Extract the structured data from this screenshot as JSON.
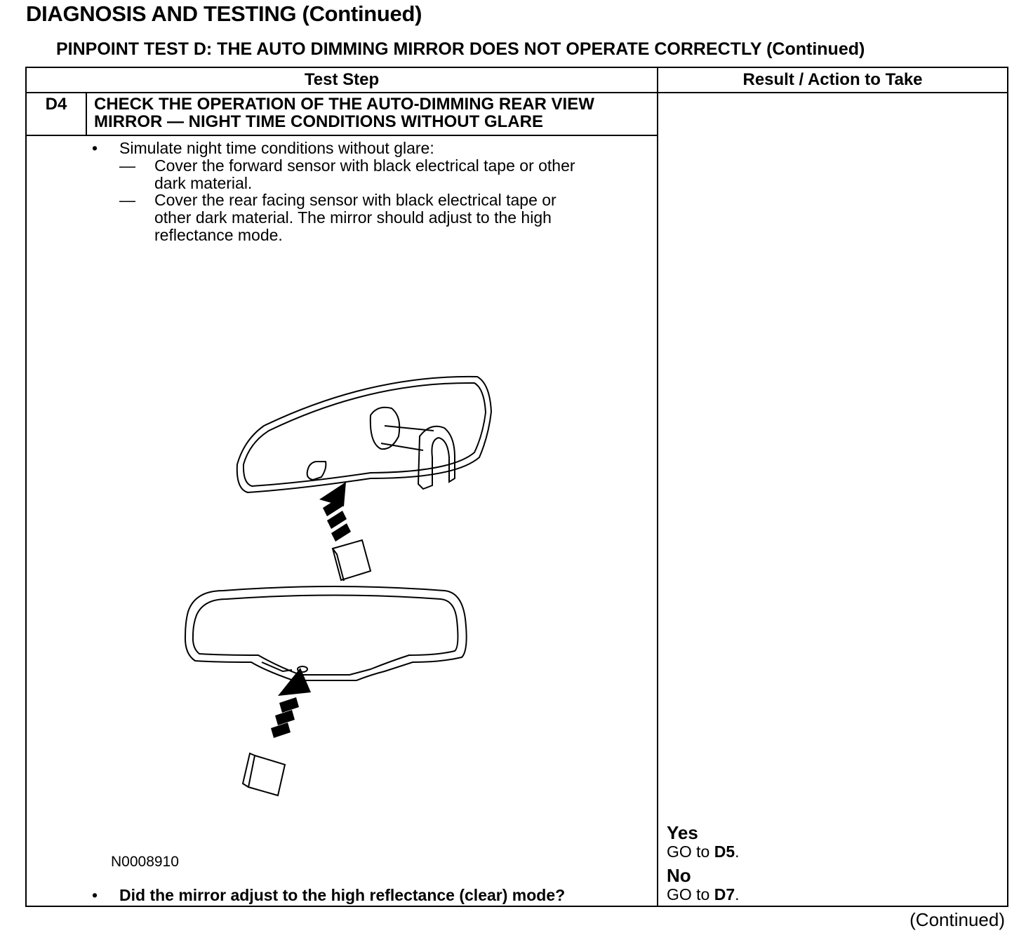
{
  "page_title": "DIAGNOSIS AND TESTING (Continued)",
  "test_title": "PINPOINT TEST  D: THE AUTO DIMMING MIRROR DOES NOT OPERATE CORRECTLY (Continued)",
  "table": {
    "col_headers": [
      "Test Step",
      "Result / Action to Take"
    ],
    "step": {
      "id": "D4",
      "title_lines": [
        "CHECK THE OPERATION OF THE AUTO-DIMMING REAR VIEW",
        "MIRROR — NIGHT TIME CONDITIONS WITHOUT GLARE"
      ],
      "bullet_1": "Simulate night time conditions without glare:",
      "sub_items": [
        {
          "dash": "—",
          "lines": [
            "Cover the forward sensor with black electrical tape or other",
            "dark material."
          ]
        },
        {
          "dash": "—",
          "lines": [
            "Cover the rear facing sensor with black electrical tape or",
            "other dark material. The mirror should adjust to the high",
            "reflectance mode."
          ]
        }
      ],
      "figure_id": "N0008910",
      "question": "Did the mirror adjust to the high reflectance (clear) mode?",
      "bullet_symbol": "•"
    },
    "results": [
      {
        "label": "Yes",
        "action_prefix": "GO to ",
        "action_target": "D5",
        "action_suffix": "."
      },
      {
        "label": "No",
        "action_prefix": "GO to ",
        "action_target": "D7",
        "action_suffix": "."
      }
    ]
  },
  "continued_label": "(Continued)"
}
